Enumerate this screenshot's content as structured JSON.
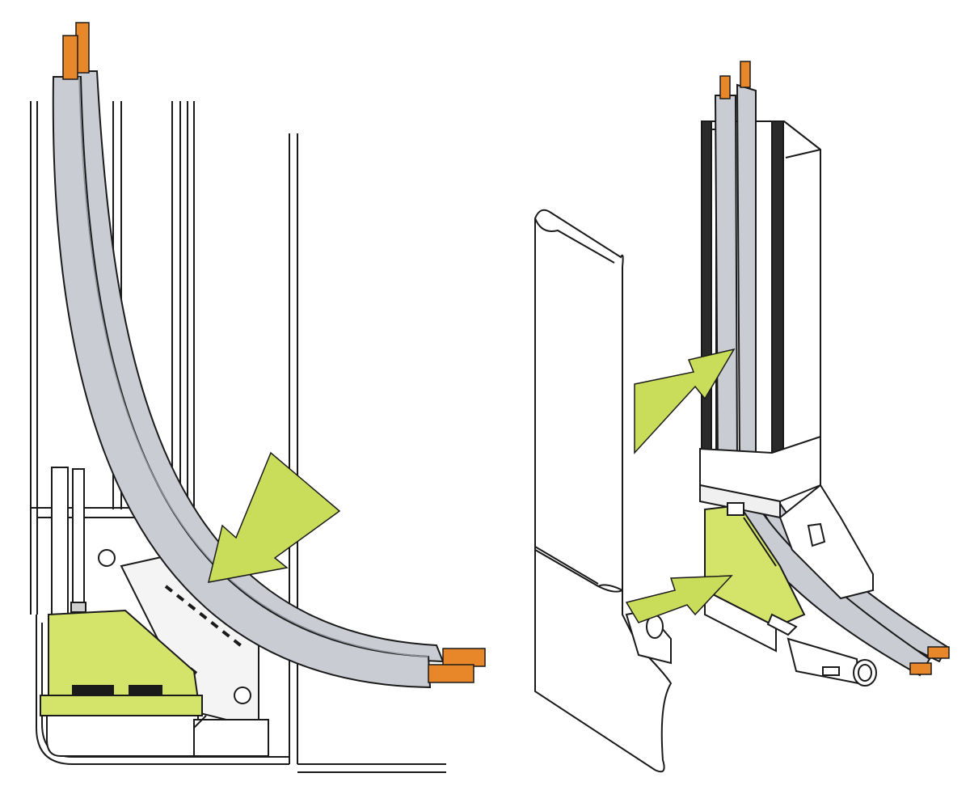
{
  "figure": {
    "panels": [
      {
        "id": "left",
        "subject": "cable-bend-in-trunking-corner",
        "cables": 2
      },
      {
        "id": "right",
        "subject": "cables-through-trunking-with-cover",
        "cables": 2
      }
    ],
    "colors": {
      "background": "#ffffff",
      "outline": "#1a1a1a",
      "cable_sheath": "#c9ccd2",
      "cable_core": "#e8872a",
      "pump_yellow": "#d4e36a",
      "arrow_fill": "#cadd5a",
      "trunking_fill": "#ffffff",
      "dark_channel": "#2a2a2a"
    },
    "icons": [
      "arrow-pointer",
      "cable",
      "pump-unit",
      "trunking"
    ]
  }
}
